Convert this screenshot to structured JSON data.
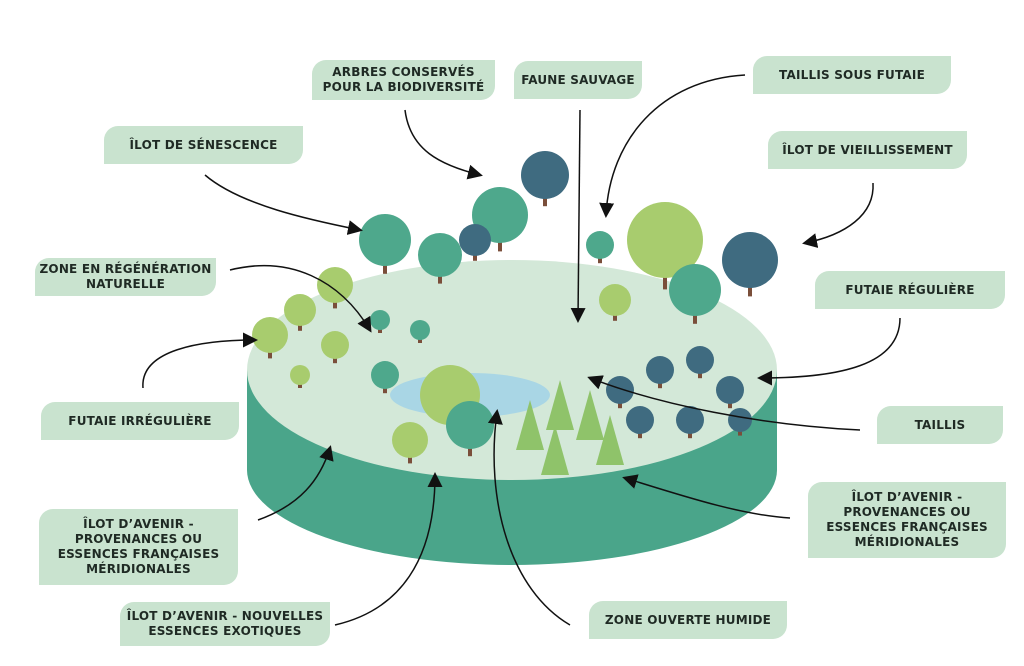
{
  "labels": {
    "arbres": "ARBRES CONSERVÉS\nPOUR LA BIODIVERSITÉ",
    "faune": "FAUNE SAUVAGE",
    "taillis_sous_futaie": "TAILLIS SOUS FUTAIE",
    "senescence": "ÎLOT DE SÉNESCENCE",
    "vieillissement": "ÎLOT DE VIEILLISSEMENT",
    "regeneration": "ZONE EN RÉGÉNÉRATION\nNATURELLE",
    "futaie_reguliere": "FUTAIE RÉGULIÈRE",
    "futaie_irreguliere": "FUTAIE IRRÉGULIÈRE",
    "taillis": "TAILLIS",
    "avenir_right": "ÎLOT D’AVENIR -\nPROVENANCES OU\nESSENCES FRANÇAISES\nMÉRIDIONALES",
    "avenir_left": "ÎLOT D’AVENIR -\nPROVENANCES OU\nESSENCES FRANÇAISES\nMÉRIDIONALES",
    "nouvelles": "ÎLOT D’AVENIR - NOUVELLES\nESSENCES EXOTIQUES",
    "zone_humide": "ZONE OUVERTE HUMIDE"
  },
  "colors": {
    "label_bg": "#c9e3cf",
    "disk_side": "#4aa58a",
    "disk_top": "#d3e8d8",
    "tree_light": "#a8cc6e",
    "tree_teal": "#4ea88c",
    "tree_dark": "#3f6b80",
    "water": "#a9d6e5"
  }
}
